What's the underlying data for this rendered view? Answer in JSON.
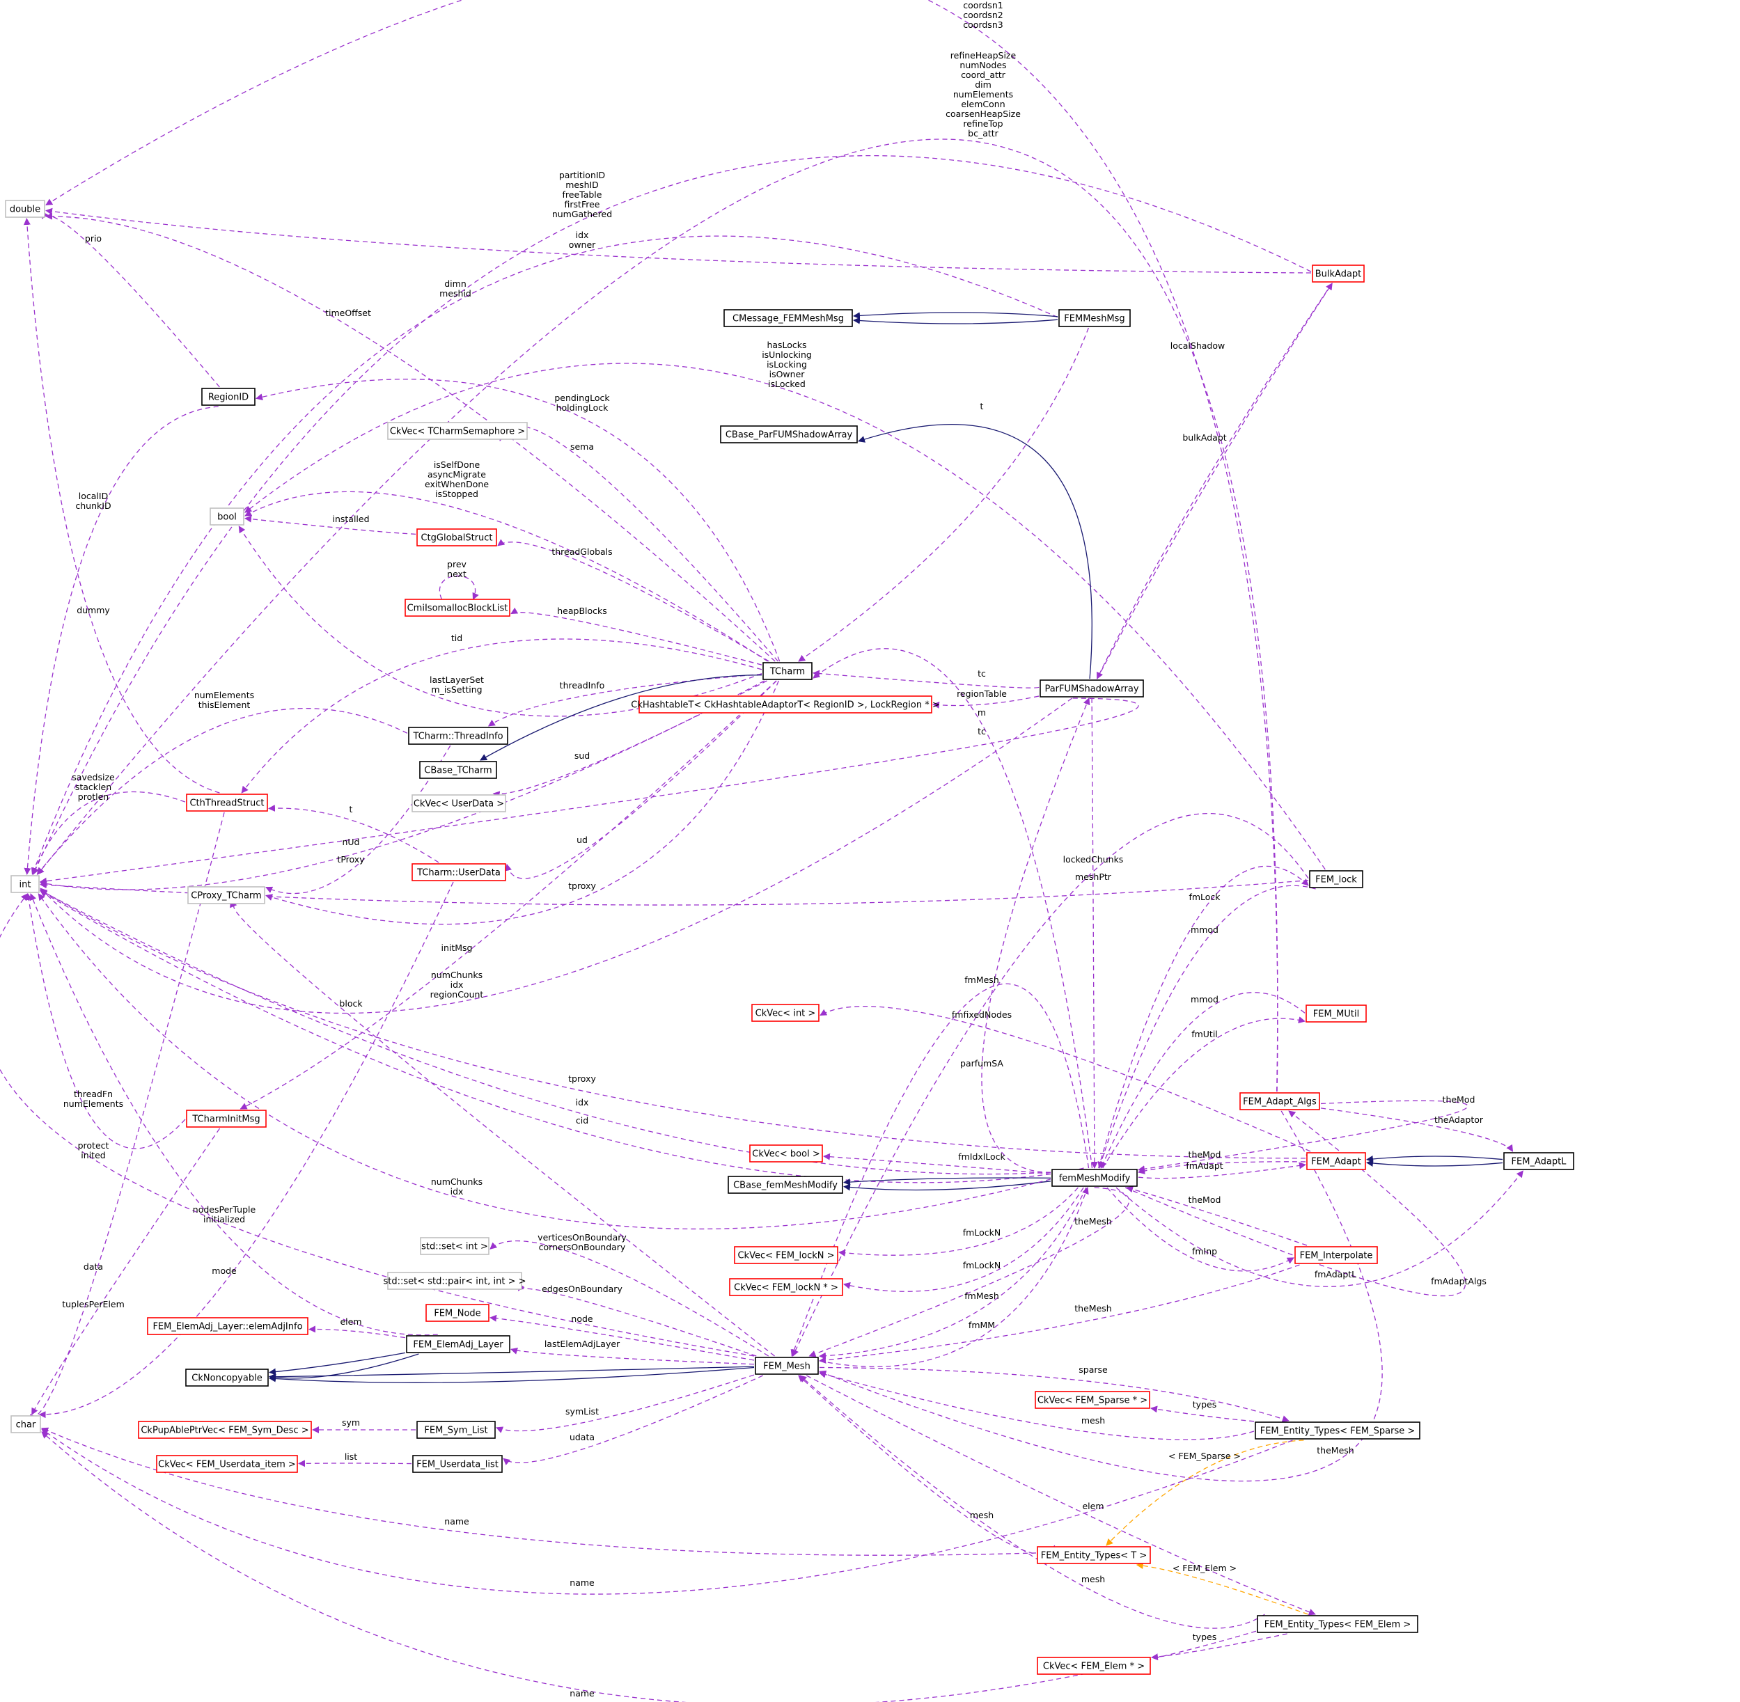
{
  "colors": {
    "usage_edge": "#9a32cd",
    "inherit_edge": "#191970",
    "template_edge": "#ffa500",
    "border_normal": "#000000",
    "border_incomplete": "#ff0000",
    "border_external": "#bfbfbf",
    "focus_fill": "#bfbfbf"
  },
  "nodes": [
    {
      "id": "double",
      "label": "double",
      "style": "external"
    },
    {
      "id": "int",
      "label": "int",
      "style": "external"
    },
    {
      "id": "char",
      "label": "char",
      "style": "external"
    },
    {
      "id": "bool",
      "label": "bool",
      "style": "external"
    },
    {
      "id": "femmeshmsg",
      "label": "FEMMeshMsg",
      "style": "focus"
    },
    {
      "id": "cmessage",
      "label": "CMessage_FEMMeshMsg",
      "style": "normal"
    },
    {
      "id": "bulkadapt",
      "label": "BulkAdapt",
      "style": "incomplete"
    },
    {
      "id": "regionid",
      "label": "RegionID",
      "style": "normal"
    },
    {
      "id": "ckvec_sema",
      "label": "CkVec< TCharmSemaphore >",
      "style": "external"
    },
    {
      "id": "cbase_parfum",
      "label": "CBase_ParFUMShadowArray",
      "style": "normal"
    },
    {
      "id": "ctgglobal",
      "label": "CtgGlobalStruct",
      "style": "incomplete"
    },
    {
      "id": "cmiisomalloc",
      "label": "CmiIsomallocBlockList",
      "style": "incomplete"
    },
    {
      "id": "tcharm",
      "label": "TCharm",
      "style": "normal"
    },
    {
      "id": "parfum",
      "label": "ParFUMShadowArray",
      "style": "normal"
    },
    {
      "id": "ckhashtable",
      "label": "CkHashtableT< CkHashtableAdaptorT< RegionID >, LockRegion * >",
      "style": "incomplete"
    },
    {
      "id": "threadinfo",
      "label": "TCharm::ThreadInfo",
      "style": "normal"
    },
    {
      "id": "cbase_tcharm",
      "label": "CBase_TCharm",
      "style": "normal"
    },
    {
      "id": "cththread",
      "label": "CthThreadStruct",
      "style": "incomplete"
    },
    {
      "id": "ckvec_userdata",
      "label": "CkVec< UserData >",
      "style": "external"
    },
    {
      "id": "userdata",
      "label": "TCharm::UserData",
      "style": "incomplete"
    },
    {
      "id": "cproxy",
      "label": "CProxy_TCharm",
      "style": "external"
    },
    {
      "id": "femlock",
      "label": "FEM_lock",
      "style": "normal"
    },
    {
      "id": "ckvec_int",
      "label": "CkVec< int >",
      "style": "incomplete"
    },
    {
      "id": "femmutil",
      "label": "FEM_MUtil",
      "style": "incomplete"
    },
    {
      "id": "tcharminitmsg",
      "label": "TCharmInitMsg",
      "style": "incomplete"
    },
    {
      "id": "femadaptalgs",
      "label": "FEM_Adapt_Algs",
      "style": "incomplete"
    },
    {
      "id": "ckvec_bool",
      "label": "CkVec< bool >",
      "style": "incomplete"
    },
    {
      "id": "cbase_femmeshmodify",
      "label": "CBase_femMeshModify",
      "style": "normal"
    },
    {
      "id": "femmeshmodify",
      "label": "femMeshModify",
      "style": "normal"
    },
    {
      "id": "femadapt",
      "label": "FEM_Adapt",
      "style": "incomplete"
    },
    {
      "id": "femadaptl",
      "label": "FEM_AdaptL",
      "style": "normal"
    },
    {
      "id": "stdset_int",
      "label": "std::set< int >",
      "style": "external"
    },
    {
      "id": "ckvec_locknv",
      "label": "CkVec< FEM_lockN >",
      "style": "incomplete"
    },
    {
      "id": "feminterpolate",
      "label": "FEM_Interpolate",
      "style": "incomplete"
    },
    {
      "id": "stdset_pair",
      "label": "std::set< std::pair< int, int > >",
      "style": "external"
    },
    {
      "id": "ckvec_locknp",
      "label": "CkVec< FEM_lockN * >",
      "style": "incomplete"
    },
    {
      "id": "femnode",
      "label": "FEM_Node",
      "style": "incomplete"
    },
    {
      "id": "elemadjinfo",
      "label": "FEM_ElemAdj_Layer::elemAdjInfo",
      "style": "incomplete"
    },
    {
      "id": "elemadjlayer",
      "label": "FEM_ElemAdj_Layer",
      "style": "normal"
    },
    {
      "id": "ckncopy",
      "label": "CkNoncopyable",
      "style": "normal"
    },
    {
      "id": "femmesh",
      "label": "FEM_Mesh",
      "style": "normal"
    },
    {
      "id": "ckvec_sparse",
      "label": "CkVec< FEM_Sparse * >",
      "style": "incomplete"
    },
    {
      "id": "ckpupable",
      "label": "CkPupAblePtrVec< FEM_Sym_Desc >",
      "style": "incomplete"
    },
    {
      "id": "femsymlist",
      "label": "FEM_Sym_List",
      "style": "normal"
    },
    {
      "id": "et_sparse",
      "label": "FEM_Entity_Types< FEM_Sparse >",
      "style": "normal"
    },
    {
      "id": "ckvec_udata",
      "label": "CkVec< FEM_Userdata_item >",
      "style": "incomplete"
    },
    {
      "id": "femudatalist",
      "label": "FEM_Userdata_list",
      "style": "normal"
    },
    {
      "id": "et_t",
      "label": "FEM_Entity_Types< T >",
      "style": "incomplete"
    },
    {
      "id": "et_elem",
      "label": "FEM_Entity_Types< FEM_Elem >",
      "style": "normal"
    },
    {
      "id": "ckvec_elem",
      "label": "CkVec< FEM_Elem * >",
      "style": "incomplete"
    }
  ],
  "edge_labels": [
    {
      "id": "coords",
      "lines": [
        "coordsn1",
        "coordsn2",
        "coordsn3"
      ]
    },
    {
      "id": "refine",
      "lines": [
        "refineHeapSize",
        "numNodes",
        "coord_attr",
        "dim",
        "numElements",
        "elemConn",
        "coarsenHeapSize",
        "refineTop",
        "bc_attr"
      ]
    },
    {
      "id": "partition",
      "lines": [
        "partitionID",
        "meshID",
        "freeTable",
        "firstFree",
        "numGathered"
      ]
    },
    {
      "id": "idxowner",
      "lines": [
        "idx",
        "owner"
      ]
    },
    {
      "id": "prio",
      "lines": [
        "prio"
      ]
    },
    {
      "id": "dimn",
      "lines": [
        "dimn",
        "meshid"
      ]
    },
    {
      "id": "timeoffset",
      "lines": [
        "timeOffset"
      ]
    },
    {
      "id": "localshadow",
      "lines": [
        "localShadow"
      ]
    },
    {
      "id": "haslocks",
      "lines": [
        "hasLocks",
        "isUnlocking",
        "isLocking",
        "isOwner",
        "isLocked"
      ]
    },
    {
      "id": "pending",
      "lines": [
        "pendingLock",
        "holdingLock"
      ]
    },
    {
      "id": "t1",
      "lines": [
        "t"
      ]
    },
    {
      "id": "sema",
      "lines": [
        "sema"
      ]
    },
    {
      "id": "bulkadaptlbl",
      "lines": [
        "bulkAdapt"
      ]
    },
    {
      "id": "localid",
      "lines": [
        "localID",
        "chunkID"
      ]
    },
    {
      "id": "isself",
      "lines": [
        "isSelfDone",
        "asyncMigrate",
        "exitWhenDone",
        "isStopped"
      ]
    },
    {
      "id": "installed",
      "lines": [
        "installed"
      ]
    },
    {
      "id": "threadglobals",
      "lines": [
        "threadGlobals"
      ]
    },
    {
      "id": "prevnext",
      "lines": [
        "prev",
        "next"
      ]
    },
    {
      "id": "dummy",
      "lines": [
        "dummy"
      ]
    },
    {
      "id": "heapblocks",
      "lines": [
        "heapBlocks"
      ]
    },
    {
      "id": "tid",
      "lines": [
        "tid"
      ]
    },
    {
      "id": "tc1",
      "lines": [
        "tc"
      ]
    },
    {
      "id": "lastlayer",
      "lines": [
        "lastLayerSet",
        "m_isSetting"
      ]
    },
    {
      "id": "threadinfolbl",
      "lines": [
        "threadInfo"
      ]
    },
    {
      "id": "regiontable",
      "lines": [
        "regionTable"
      ]
    },
    {
      "id": "numelem1",
      "lines": [
        "numElements",
        "thisElement"
      ]
    },
    {
      "id": "m",
      "lines": [
        "m"
      ]
    },
    {
      "id": "tc2",
      "lines": [
        "tc"
      ]
    },
    {
      "id": "sud",
      "lines": [
        "sud"
      ]
    },
    {
      "id": "savedsize",
      "lines": [
        "savedsize",
        "stacklen",
        "protlen"
      ]
    },
    {
      "id": "t2",
      "lines": [
        "t"
      ]
    },
    {
      "id": "nud",
      "lines": [
        "nUd"
      ]
    },
    {
      "id": "ud",
      "lines": [
        "ud"
      ]
    },
    {
      "id": "tproxy1",
      "lines": [
        "tProxy"
      ]
    },
    {
      "id": "lockedchunks",
      "lines": [
        "lockedChunks"
      ]
    },
    {
      "id": "tproxy2",
      "lines": [
        "tproxy"
      ]
    },
    {
      "id": "meshptr",
      "lines": [
        "meshPtr"
      ]
    },
    {
      "id": "fmlock",
      "lines": [
        "fmLock"
      ]
    },
    {
      "id": "mmod1",
      "lines": [
        "mmod"
      ]
    },
    {
      "id": "initmsg",
      "lines": [
        "initMsg"
      ]
    },
    {
      "id": "numchunks1",
      "lines": [
        "numChunks",
        "idx",
        "regionCount"
      ]
    },
    {
      "id": "block",
      "lines": [
        "block"
      ]
    },
    {
      "id": "fmmesh1",
      "lines": [
        "fmMesh"
      ]
    },
    {
      "id": "mmod2",
      "lines": [
        "mmod"
      ]
    },
    {
      "id": "fmfixed",
      "lines": [
        "fmfixedNodes"
      ]
    },
    {
      "id": "fmutil",
      "lines": [
        "fmUtil"
      ]
    },
    {
      "id": "parfumsa",
      "lines": [
        "parfumSA"
      ]
    },
    {
      "id": "tproxy3",
      "lines": [
        "tproxy"
      ]
    },
    {
      "id": "threadfn",
      "lines": [
        "threadFn",
        "numElements"
      ]
    },
    {
      "id": "idx1",
      "lines": [
        "idx"
      ]
    },
    {
      "id": "themod1",
      "lines": [
        "theMod"
      ]
    },
    {
      "id": "theadaptor",
      "lines": [
        "theAdaptor"
      ]
    },
    {
      "id": "cid",
      "lines": [
        "cid"
      ]
    },
    {
      "id": "protect",
      "lines": [
        "protect",
        "inited"
      ]
    },
    {
      "id": "fmidxllock",
      "lines": [
        "fmIdxlLock"
      ]
    },
    {
      "id": "themod2",
      "lines": [
        "theMod"
      ]
    },
    {
      "id": "fmadapt",
      "lines": [
        "fmAdapt"
      ]
    },
    {
      "id": "numchunks2",
      "lines": [
        "numChunks",
        "idx"
      ]
    },
    {
      "id": "nodespertuple",
      "lines": [
        "nodesPerTuple",
        "initialized"
      ]
    },
    {
      "id": "themod3",
      "lines": [
        "theMod"
      ]
    },
    {
      "id": "themesh1",
      "lines": [
        "theMesh"
      ]
    },
    {
      "id": "mode",
      "lines": [
        "mode"
      ]
    },
    {
      "id": "data",
      "lines": [
        "data"
      ]
    },
    {
      "id": "verticesonb",
      "lines": [
        "verticesOnBoundary",
        "cornersOnBoundary"
      ]
    },
    {
      "id": "fmlockn1",
      "lines": [
        "fmLockN"
      ]
    },
    {
      "id": "fminp",
      "lines": [
        "fmInp"
      ]
    },
    {
      "id": "fmlockn2",
      "lines": [
        "fmLockN"
      ]
    },
    {
      "id": "fmadaptl",
      "lines": [
        "fmAdaptL"
      ]
    },
    {
      "id": "fmadaptalgs",
      "lines": [
        "fmAdaptAlgs"
      ]
    },
    {
      "id": "edgesonb",
      "lines": [
        "edgesOnBoundary"
      ]
    },
    {
      "id": "tuplesperelem",
      "lines": [
        "tuplesPerElem"
      ]
    },
    {
      "id": "fmmesh2",
      "lines": [
        "fmMesh"
      ]
    },
    {
      "id": "themesh2",
      "lines": [
        "theMesh"
      ]
    },
    {
      "id": "node",
      "lines": [
        "node"
      ]
    },
    {
      "id": "elem1",
      "lines": [
        "elem"
      ]
    },
    {
      "id": "fmmm",
      "lines": [
        "fmMM"
      ]
    },
    {
      "id": "lastelemadj",
      "lines": [
        "lastElemAdjLayer"
      ]
    },
    {
      "id": "sparse",
      "lines": [
        "sparse"
      ]
    },
    {
      "id": "symlist",
      "lines": [
        "symList"
      ]
    },
    {
      "id": "sym",
      "lines": [
        "sym"
      ]
    },
    {
      "id": "types1",
      "lines": [
        "types"
      ]
    },
    {
      "id": "mesh1",
      "lines": [
        "mesh"
      ]
    },
    {
      "id": "udata",
      "lines": [
        "udata"
      ]
    },
    {
      "id": "list",
      "lines": [
        "list"
      ]
    },
    {
      "id": "themesh3",
      "lines": [
        "theMesh"
      ]
    },
    {
      "id": "fem_sparse",
      "lines": [
        "< FEM_Sparse >"
      ]
    },
    {
      "id": "name1",
      "lines": [
        "name"
      ]
    },
    {
      "id": "mesh2",
      "lines": [
        "mesh"
      ]
    },
    {
      "id": "elem2",
      "lines": [
        "elem"
      ]
    },
    {
      "id": "fem_elem",
      "lines": [
        "< FEM_Elem >"
      ]
    },
    {
      "id": "name2",
      "lines": [
        "name"
      ]
    },
    {
      "id": "mesh3",
      "lines": [
        "mesh"
      ]
    },
    {
      "id": "types2",
      "lines": [
        "types"
      ]
    },
    {
      "id": "name3",
      "lines": [
        "name"
      ]
    }
  ]
}
